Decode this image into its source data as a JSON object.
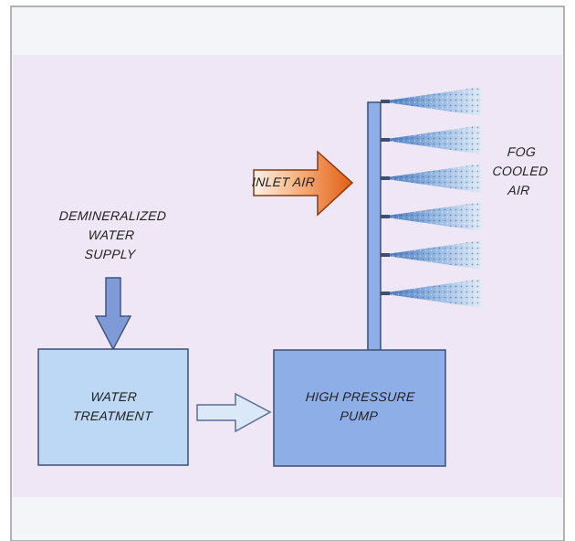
{
  "diagram": {
    "source_label": [
      "DEMINERALIZED",
      "WATER",
      "SUPPLY"
    ],
    "treatment_box": [
      "WATER",
      "TREATMENT"
    ],
    "pump_box": [
      "HIGH PRESSURE",
      "PUMP"
    ],
    "inlet_label": "INLET AIR",
    "output_label": [
      "FOG",
      "COOLED",
      "AIR"
    ],
    "nozzle_count": 6
  },
  "colors": {
    "panel": "#efe7f6",
    "frame_band": "#f2f4f7",
    "treatment_fill": "#bcd8f4",
    "pump_fill": "#8eaee8",
    "arrow_blue": "#7f9ad6",
    "inlet_orange": "#e9661c",
    "spray_blue": "#5f8fcc"
  }
}
